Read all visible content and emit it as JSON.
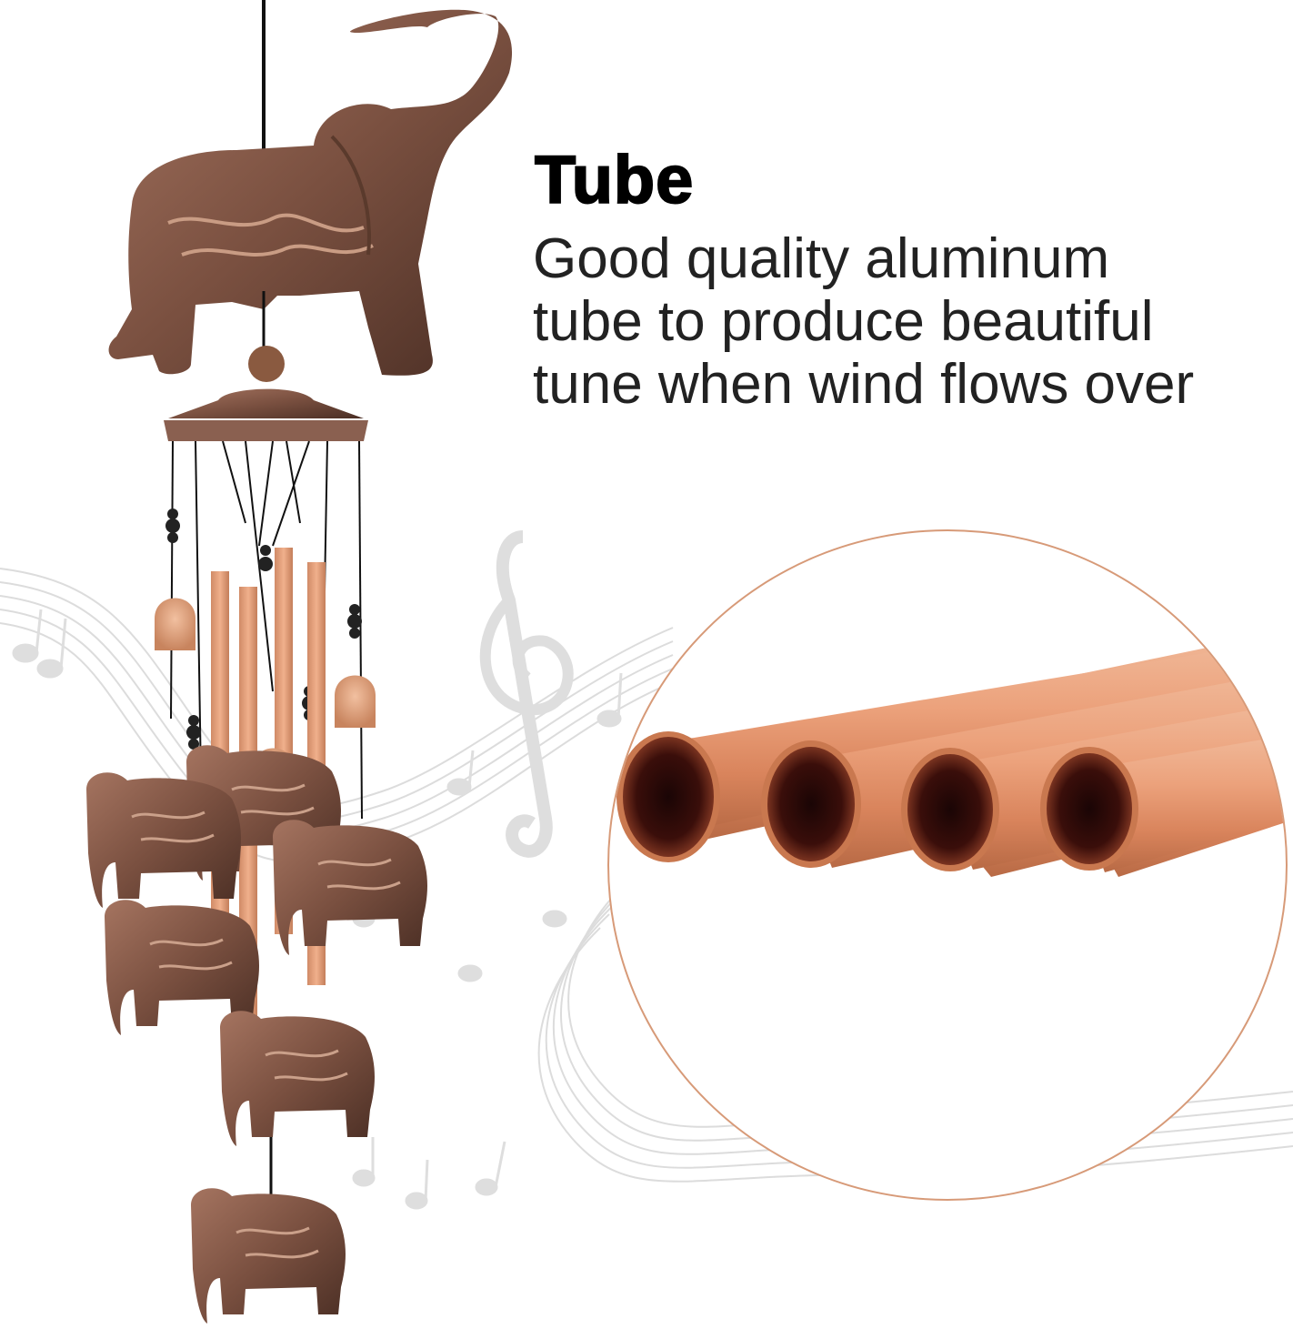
{
  "feature": {
    "title": "Tube",
    "description_lines": [
      "Good quality aluminum",
      "tube to produce beautiful",
      "tune when wind flows over"
    ]
  },
  "product": {
    "name": "elephant-wind-chime",
    "tube_count": 4,
    "bell_count": 5,
    "hanging_elephant_count": 6
  },
  "colors": {
    "copper_tube": "#e8a07a",
    "copper_tube_dark": "#b86a45",
    "bronze": "#7a5040",
    "circle_border": "#d79a78",
    "text": "#222222",
    "music_notes": "#d8d8d8"
  }
}
